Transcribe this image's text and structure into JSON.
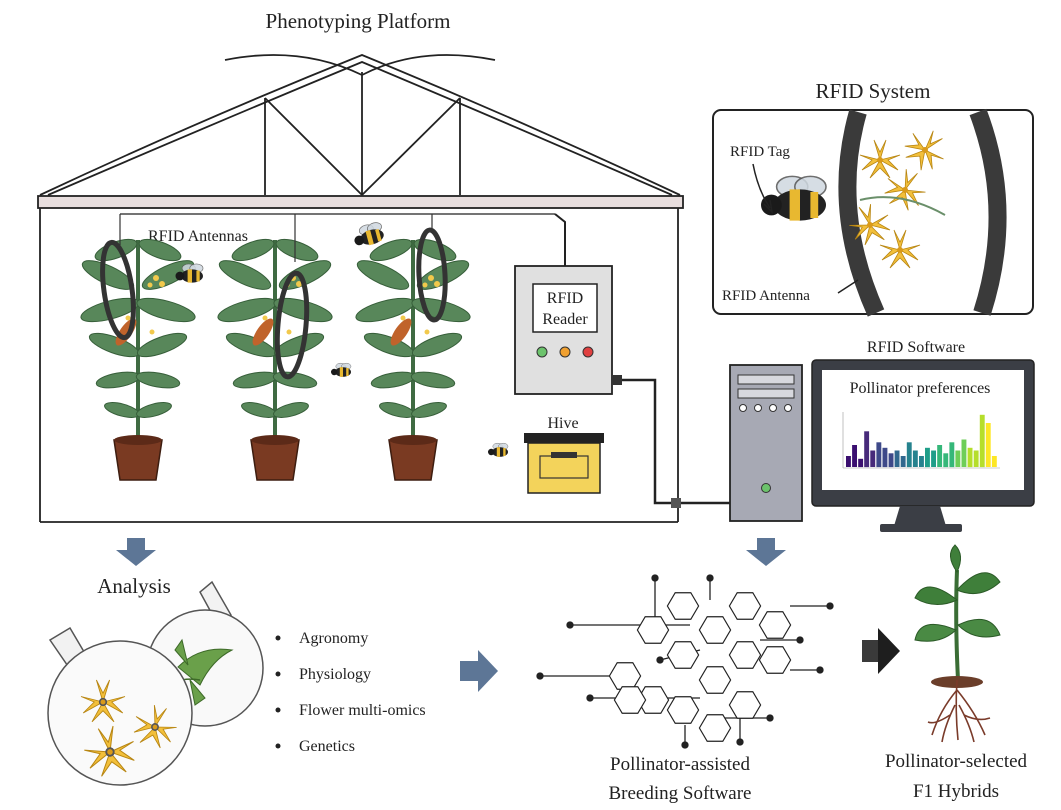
{
  "titles": {
    "platform": "Phenotyping Platform",
    "rfid_system": "RFID System",
    "rfid_software": "RFID Software",
    "analysis": "Analysis",
    "breeding_line1": "Pollinator-assisted",
    "breeding_line2": "Breeding Software",
    "hybrids_line1": "Pollinator-selected",
    "hybrids_line2": "F1 Hybrids"
  },
  "labels": {
    "rfid_antennas": "RFID Antennas",
    "reader_line1": "RFID",
    "reader_line2": "Reader",
    "hive": "Hive",
    "rfid_tag": "RFID Tag",
    "rfid_antenna": "RFID Antenna",
    "pollinator_preferences": "Pollinator preferences"
  },
  "analysis_items": [
    "Agronomy",
    "Physiology",
    "Flower multi-omics",
    "Genetics"
  ],
  "mini_chart": {
    "values": [
      0.2,
      0.4,
      0.15,
      0.65,
      0.3,
      0.45,
      0.35,
      0.25,
      0.3,
      0.2,
      0.45,
      0.3,
      0.2,
      0.35,
      0.3,
      0.4,
      0.25,
      0.45,
      0.3,
      0.5,
      0.35,
      0.3,
      0.95,
      0.8,
      0.2
    ],
    "colors": [
      "#3b0f70",
      "#472a7a",
      "#3e4989",
      "#31688e",
      "#26828e",
      "#1f9e89",
      "#35b779",
      "#6ece58",
      "#b5de2b",
      "#fde725"
    ]
  },
  "colors": {
    "leaf": "#4e7d50",
    "flower": "#f2bf3a",
    "pot": "#7a3a22",
    "reader_box": "#e0e0e0",
    "hive": "#f3d35b",
    "arrow_blue": "#5d7696"
  },
  "icons": {
    "bee": "bumblebee-icon",
    "plant": "tomato-plant-icon",
    "flask": "round-flask-icon",
    "arrow": "down-arrow-icon",
    "computer": "desktop-tower-icon",
    "monitor": "monitor-icon",
    "network": "hexagon-network-icon",
    "seedling": "seedling-icon"
  }
}
